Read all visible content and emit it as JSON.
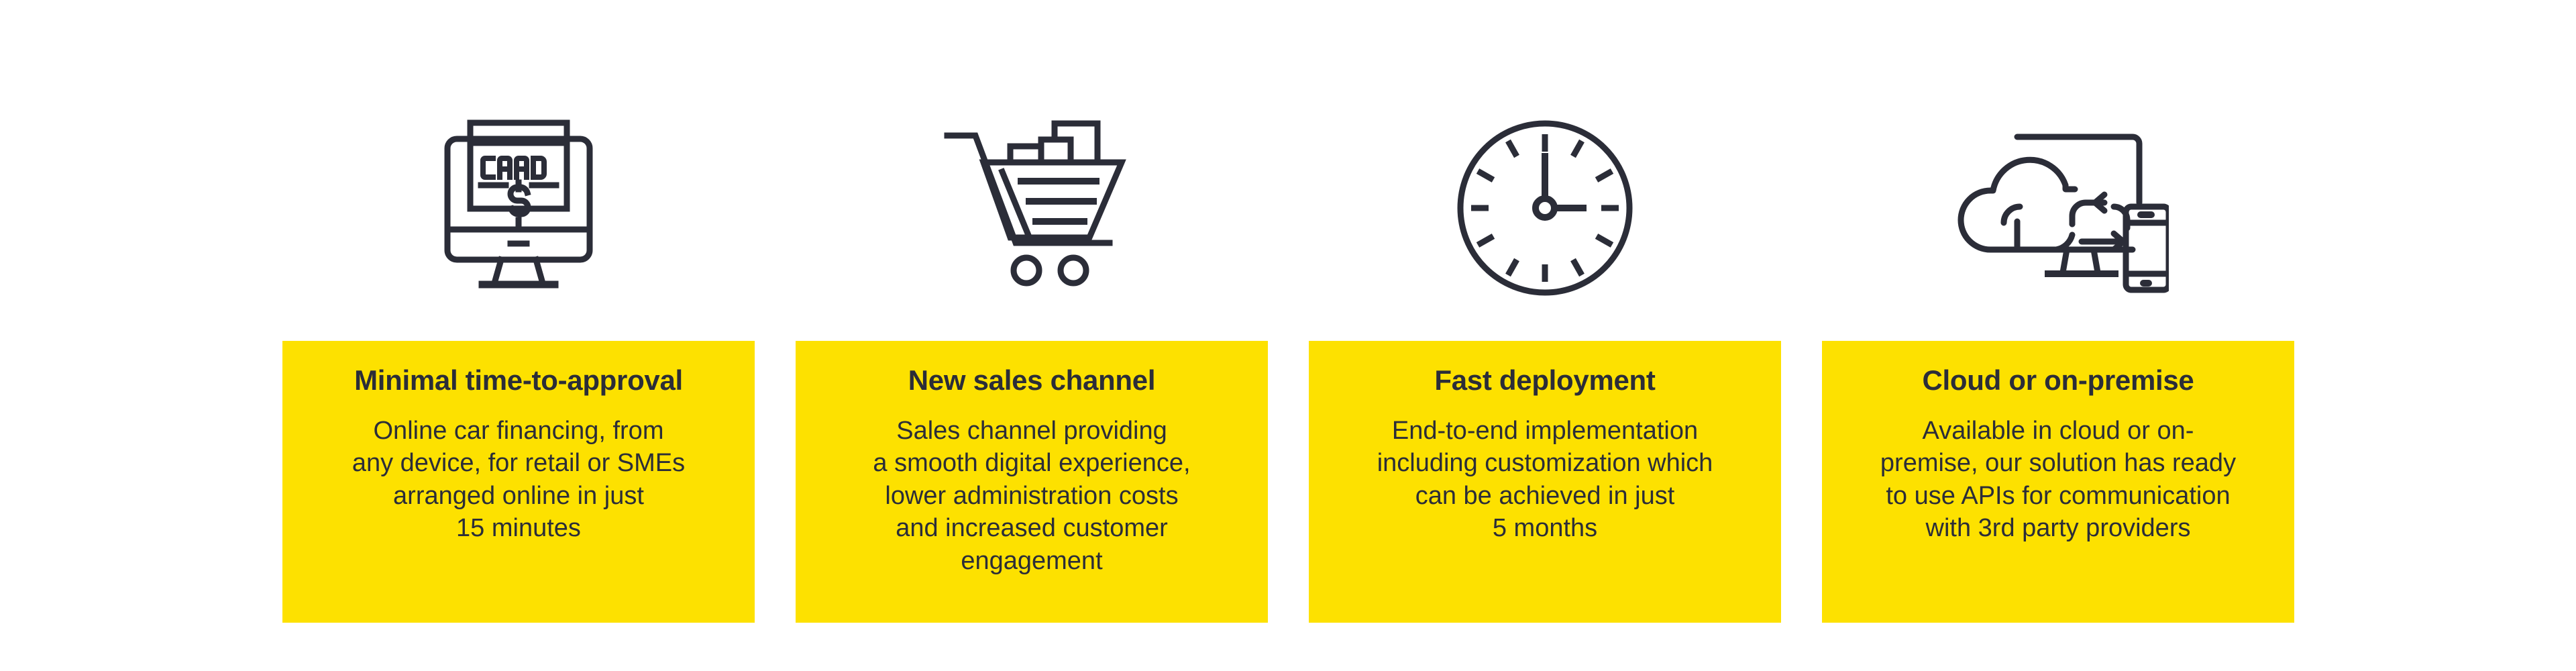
{
  "theme": {
    "background": "#ffffff",
    "card_background": "#fde100",
    "text_color": "#2b2d38",
    "icon_color": "#2b2d38"
  },
  "cards": [
    {
      "icon": "monitor-card-payment-icon",
      "title": "Minimal time-to-approval",
      "description": "Online car financing, from\nany device, for retail or SMEs\narranged online in just\n15 minutes",
      "icon_label": "CARD"
    },
    {
      "icon": "shopping-cart-icon",
      "title": "New sales channel",
      "description": "Sales channel providing\na smooth digital experience,\nlower administration costs\nand increased customer\nengagement"
    },
    {
      "icon": "clock-icon",
      "title": "Fast deployment",
      "description": "End-to-end implementation\nincluding customization which\ncan be achieved in just\n5 months"
    },
    {
      "icon": "cloud-devices-sync-icon",
      "title": "Cloud or on-premise",
      "description": "Available in cloud or on-\npremise, our solution has ready\nto use APIs for communication\nwith 3rd party providers"
    }
  ]
}
